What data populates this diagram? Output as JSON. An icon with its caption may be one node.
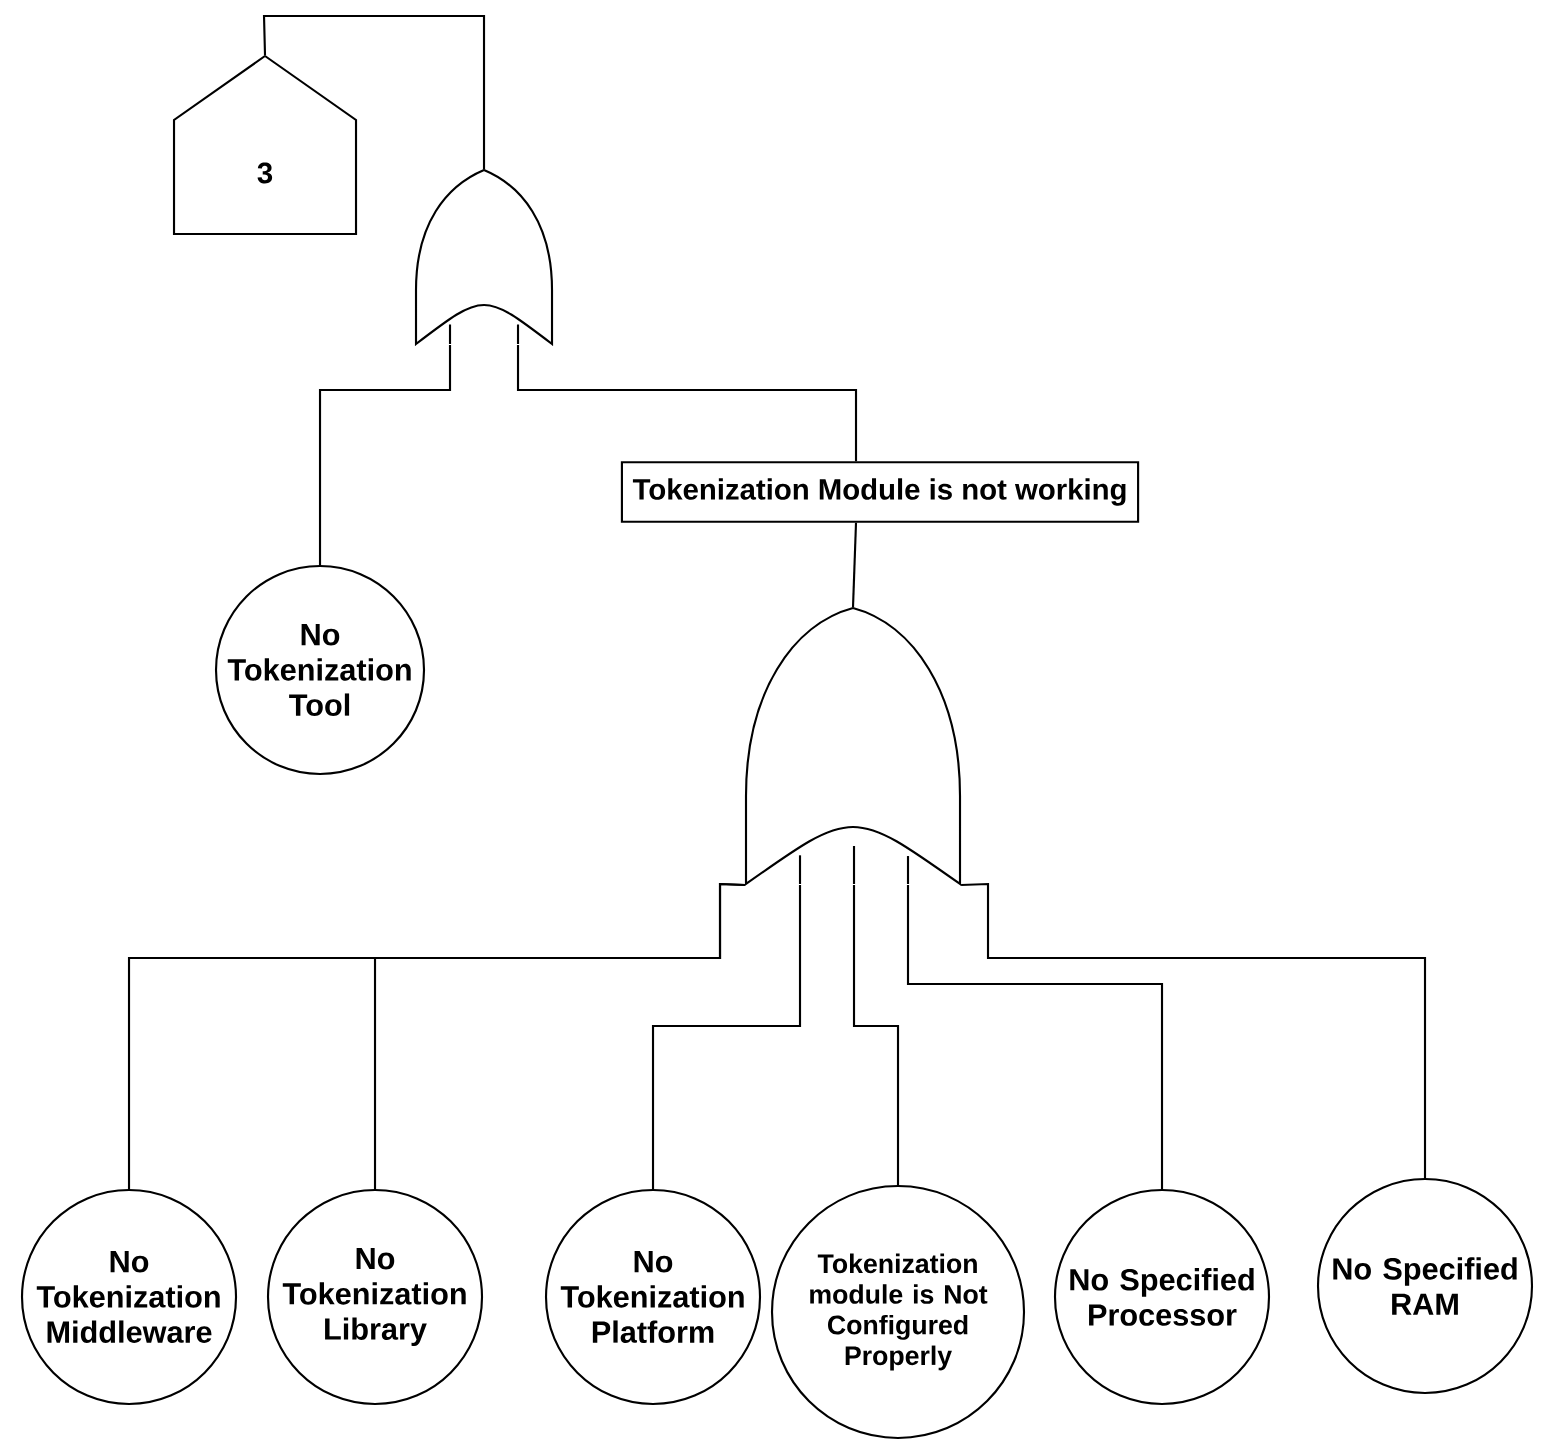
{
  "diagram": {
    "nodes": [
      {
        "text": [
          "3"
        ]
      },
      {
        "text": [],
        "shape": "gate"
      },
      {
        "text": [
          "No Tokenization Tool"
        ]
      },
      {
        "text": [
          "Tokenization Module is not working"
        ]
      },
      {
        "text": [],
        "shape": "gate"
      },
      {
        "text": [
          "No Tokenization Middleware"
        ]
      },
      {
        "text": [
          "No Tokenization Library"
        ]
      },
      {
        "text": [
          "No Tokenization Platform"
        ]
      },
      {
        "text": [
          "Tokenization module is Not Configured Properly"
        ]
      },
      {
        "text": [
          "No Specified Processor"
        ]
      },
      {
        "text": [
          "No Specified RAM"
        ]
      }
    ],
    "edges": [
      {
        "from": 0,
        "to": 1,
        "arrow": "none"
      },
      {
        "from": 1,
        "to": 2,
        "arrow": "none"
      },
      {
        "from": 1,
        "to": 3,
        "arrow": "none"
      },
      {
        "from": 3,
        "to": 4,
        "arrow": "none"
      },
      {
        "from": 4,
        "to": 5,
        "arrow": "none"
      },
      {
        "from": 4,
        "to": 6,
        "arrow": "none"
      },
      {
        "from": 4,
        "to": 7,
        "arrow": "none"
      },
      {
        "from": 4,
        "to": 8,
        "arrow": "none"
      },
      {
        "from": 4,
        "to": 9,
        "arrow": "none"
      },
      {
        "from": 4,
        "to": 10,
        "arrow": "none"
      }
    ]
  }
}
